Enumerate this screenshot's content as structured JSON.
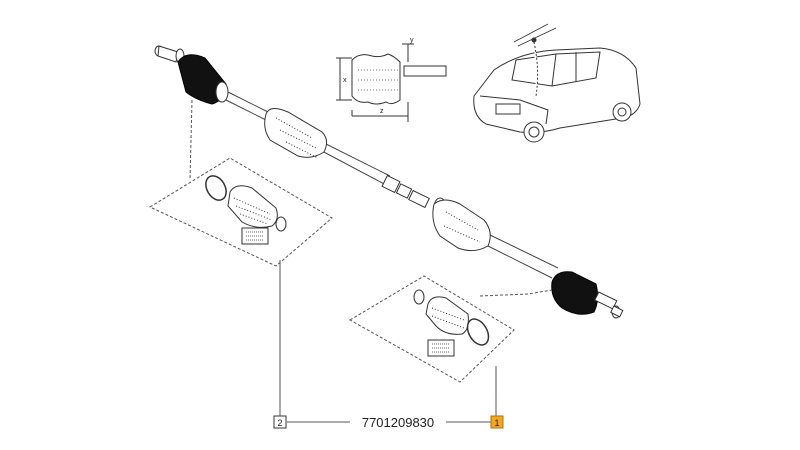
{
  "part_number": "7701209830",
  "callouts": [
    {
      "label": "2",
      "color": "#ffffff",
      "interactive": true
    },
    {
      "label": "1",
      "color": "#f5a623",
      "interactive": true
    }
  ],
  "dimension_labels": {
    "x": "x",
    "y": "y",
    "z": "z"
  },
  "colors": {
    "line": "#333333",
    "boot": "#111111",
    "highlight_callout": "#f5a623"
  }
}
